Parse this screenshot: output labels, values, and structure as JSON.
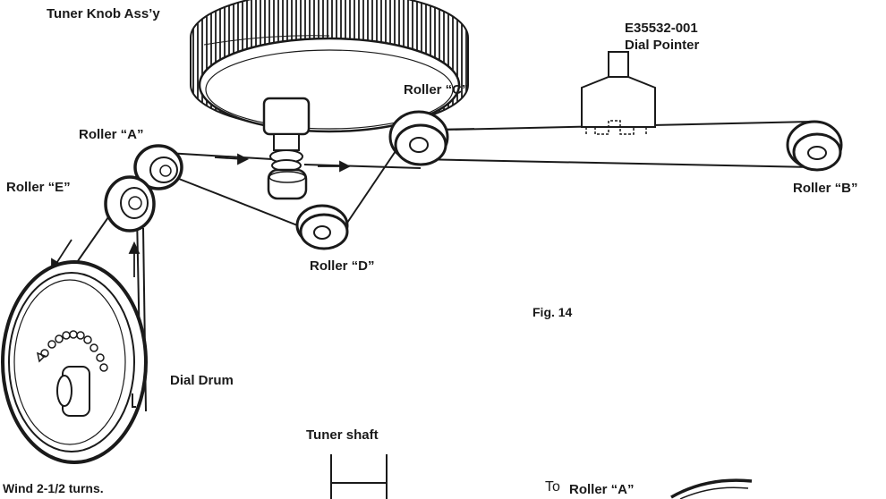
{
  "labels": {
    "tuner_knob": "Tuner Knob Ass’y",
    "part_number": "E35532-001",
    "dial_pointer": "Dial Pointer",
    "roller_a": "Roller “A”",
    "roller_b": "Roller “B”",
    "roller_c": "Roller “C”",
    "roller_d": "Roller “D”",
    "roller_e": "Roller “E”",
    "dial_drum": "Dial Drum",
    "figure": "Fig. 14",
    "tuner_shaft": "Tuner shaft",
    "wind_note": "Wind 2-1/2 turns.",
    "to_roller_a_prefix": "To",
    "to_roller_a": "Roller “A”"
  },
  "colors": {
    "ink": "#1a1a1a",
    "paper": "#ffffff"
  }
}
